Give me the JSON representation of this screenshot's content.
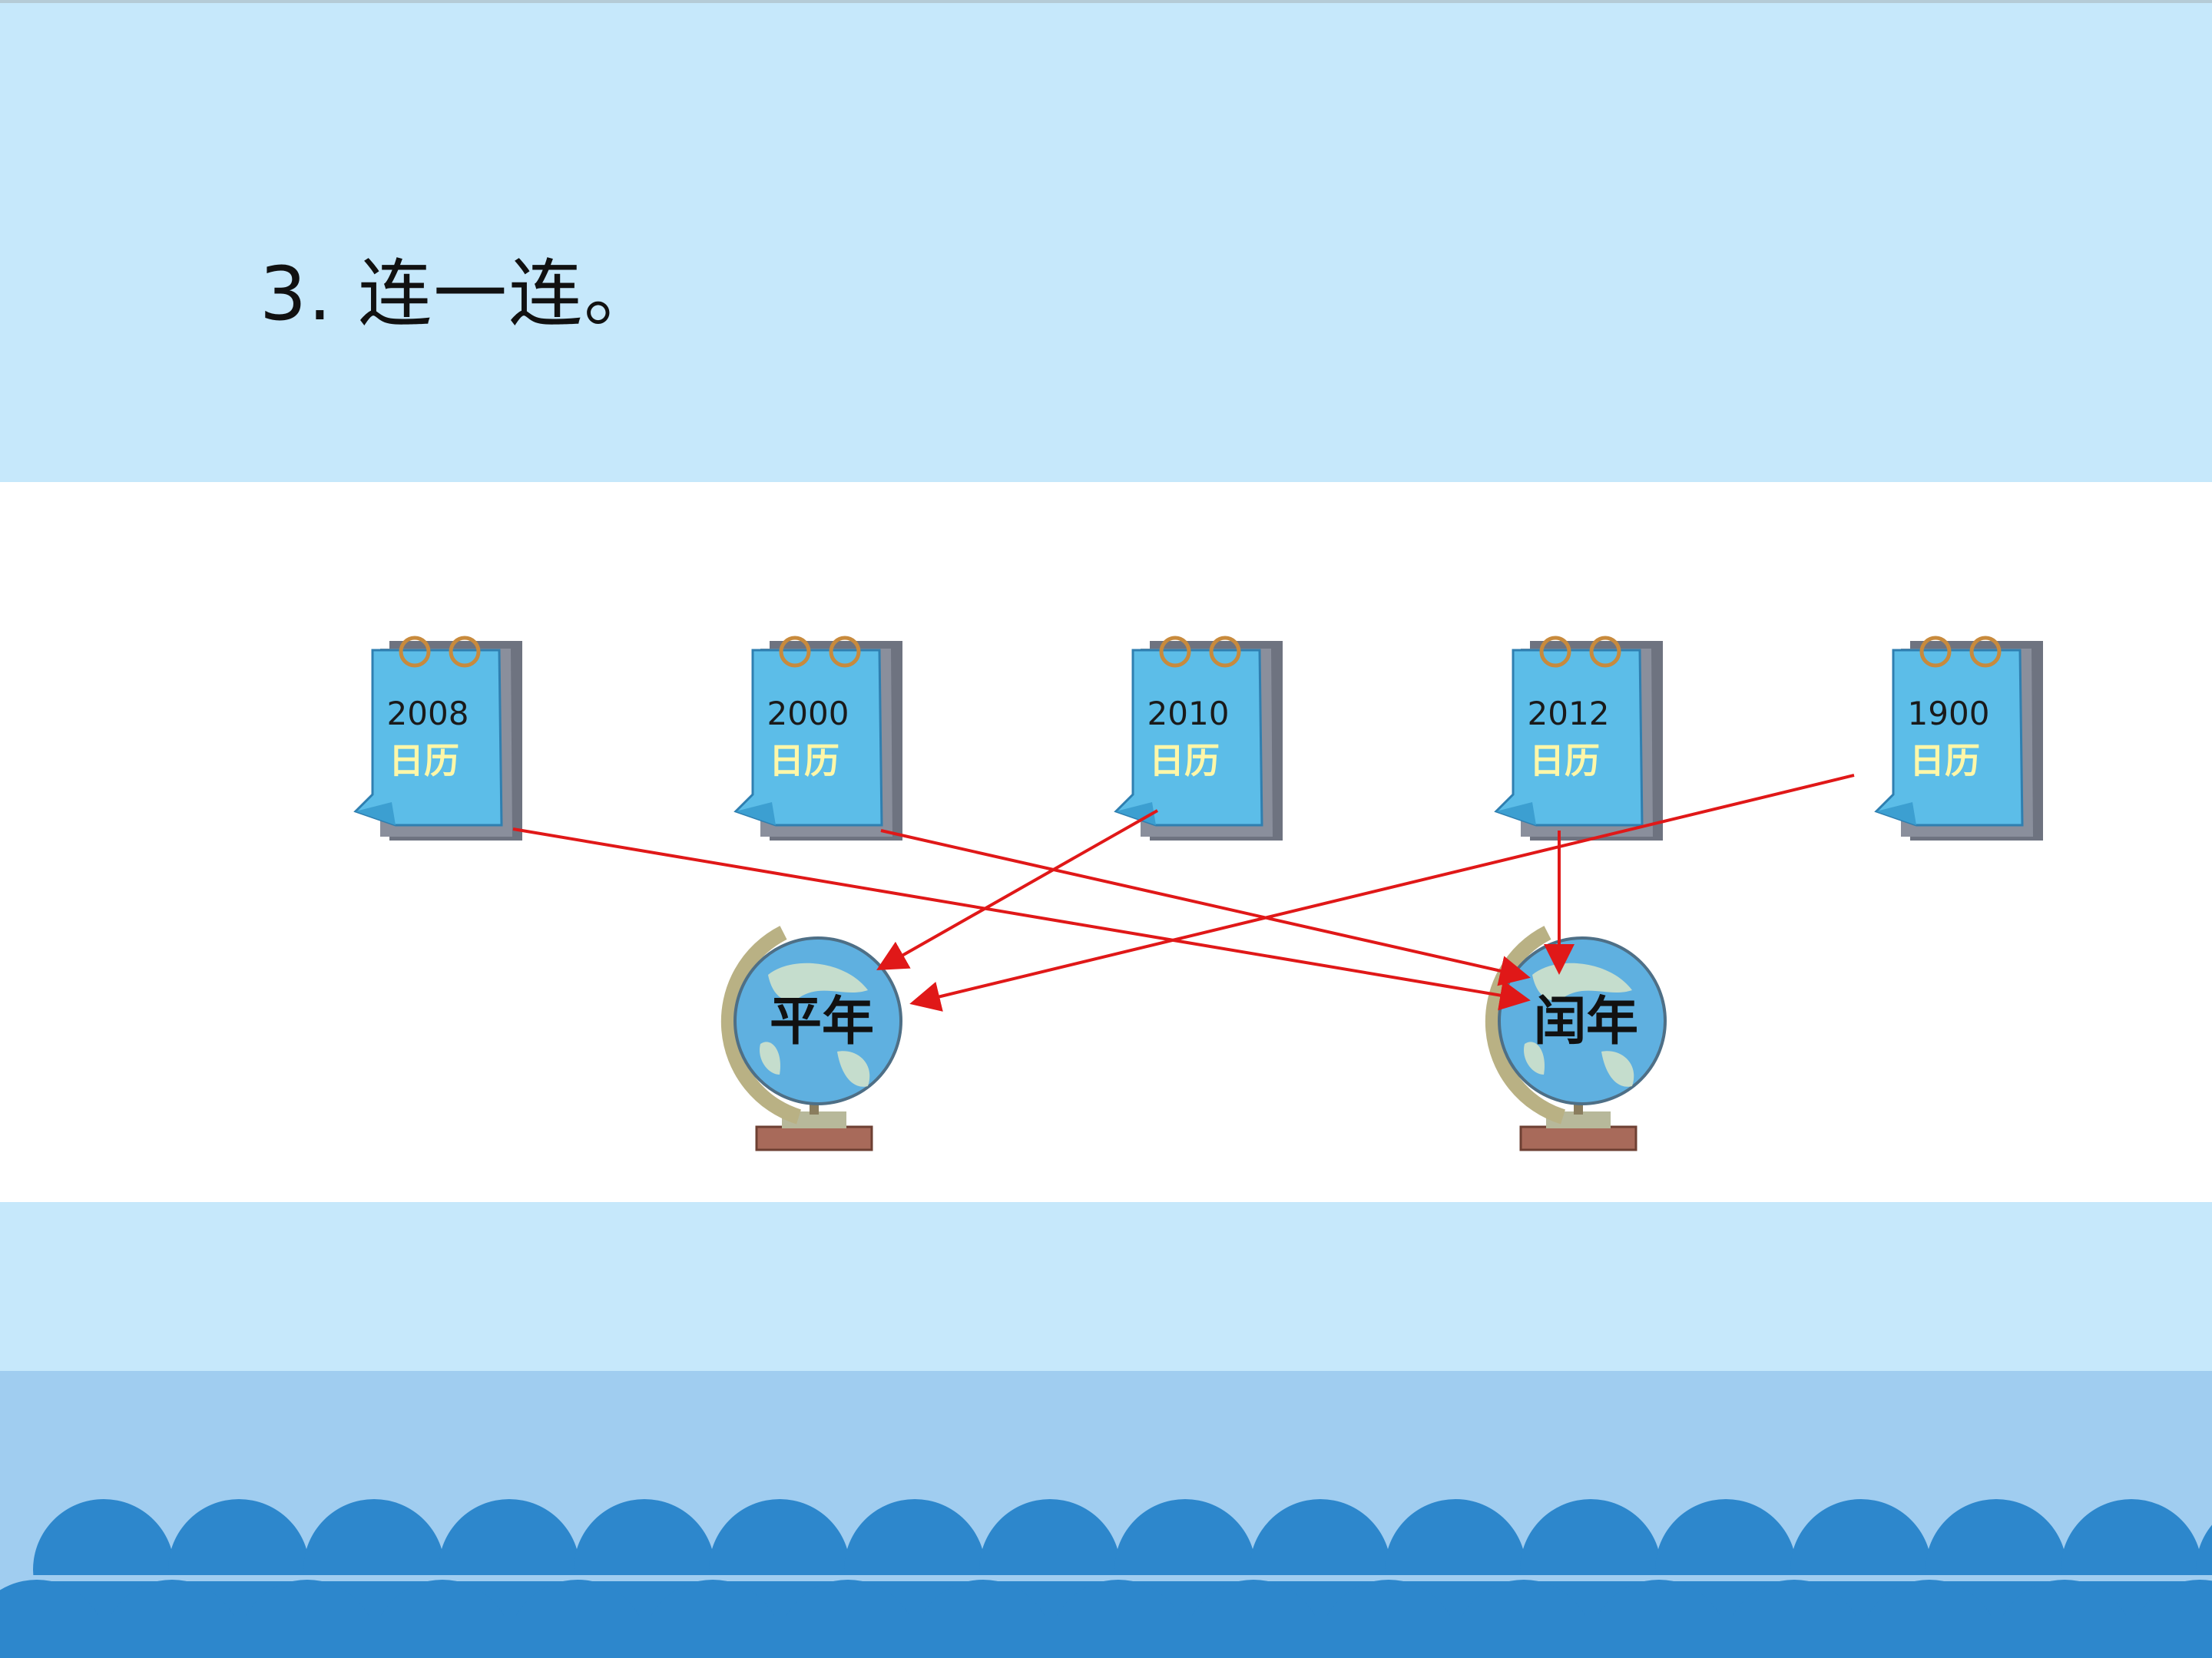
{
  "slide": {
    "title": "3. 连一连。"
  },
  "calendars": [
    {
      "year": "2008",
      "label": "日历"
    },
    {
      "year": "2000",
      "label": "日历"
    },
    {
      "year": "2010",
      "label": "日历"
    },
    {
      "year": "2012",
      "label": "日历"
    },
    {
      "year": "1900",
      "label": "日历"
    }
  ],
  "globes": [
    {
      "label": "平年"
    },
    {
      "label": "闰年"
    }
  ],
  "connections": [
    {
      "from_year": "2008",
      "to": "闰年"
    },
    {
      "from_year": "2000",
      "to": "闰年"
    },
    {
      "from_year": "2010",
      "to": "平年"
    },
    {
      "from_year": "2012",
      "to": "闰年"
    },
    {
      "from_year": "1900",
      "to": "平年"
    }
  ],
  "colors": {
    "sky": "#c6e8fb",
    "sea": "#a0cdf0",
    "wave": "#2d87cc",
    "arrow": "#e01818",
    "calendar": "#5cbde8"
  }
}
